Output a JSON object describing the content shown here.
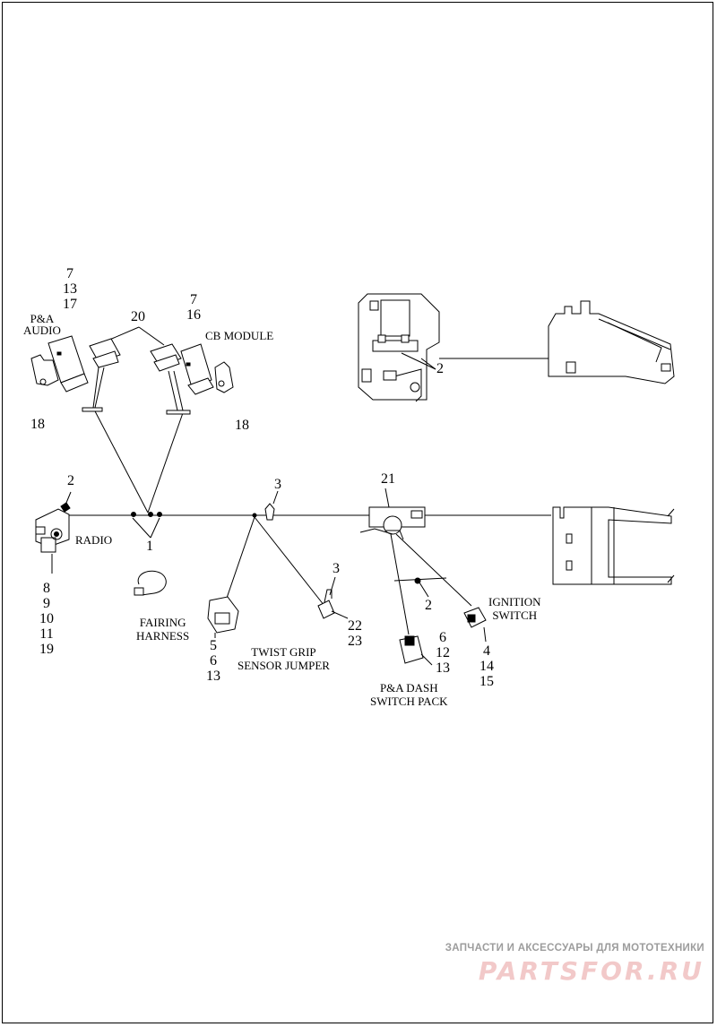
{
  "labels": {
    "pa_audio": [
      "P&A",
      "AUDIO"
    ],
    "pa_audio_parts": [
      "7",
      "13",
      "17"
    ],
    "callout_20": "20",
    "cb_module_parts": [
      "7",
      "16"
    ],
    "cb_module": "CB MODULE",
    "callout_18_left": "18",
    "callout_18_right": "18",
    "callout_2_top": "2",
    "callout_2_radio": "2",
    "radio": "RADIO",
    "callout_1": "1",
    "radio_parts": [
      "8",
      "9",
      "10",
      "11",
      "19"
    ],
    "callout_3_top": "3",
    "callout_3_lower": "3",
    "fairing_harness": [
      "FAIRING",
      "HARNESS"
    ],
    "fairing_parts": [
      "5",
      "6",
      "13"
    ],
    "twist_grip": [
      "TWIST GRIP",
      "SENSOR JUMPER"
    ],
    "twist_grip_parts": [
      "22",
      "23"
    ],
    "callout_21": "21",
    "callout_2_mid": "2",
    "dash_switch_parts": [
      "6",
      "12",
      "13"
    ],
    "dash_switch": [
      "P&A DASH",
      "SWITCH PACK"
    ],
    "ignition_switch": [
      "IGNITION",
      "SWITCH"
    ],
    "ignition_parts": [
      "4",
      "14",
      "15"
    ]
  },
  "watermark": {
    "tagline": "ЗАПЧАСТИ И АКСЕССУАРЫ ДЛЯ МОТОТЕХНИКИ",
    "brand": "PARTSFOR.RU"
  }
}
